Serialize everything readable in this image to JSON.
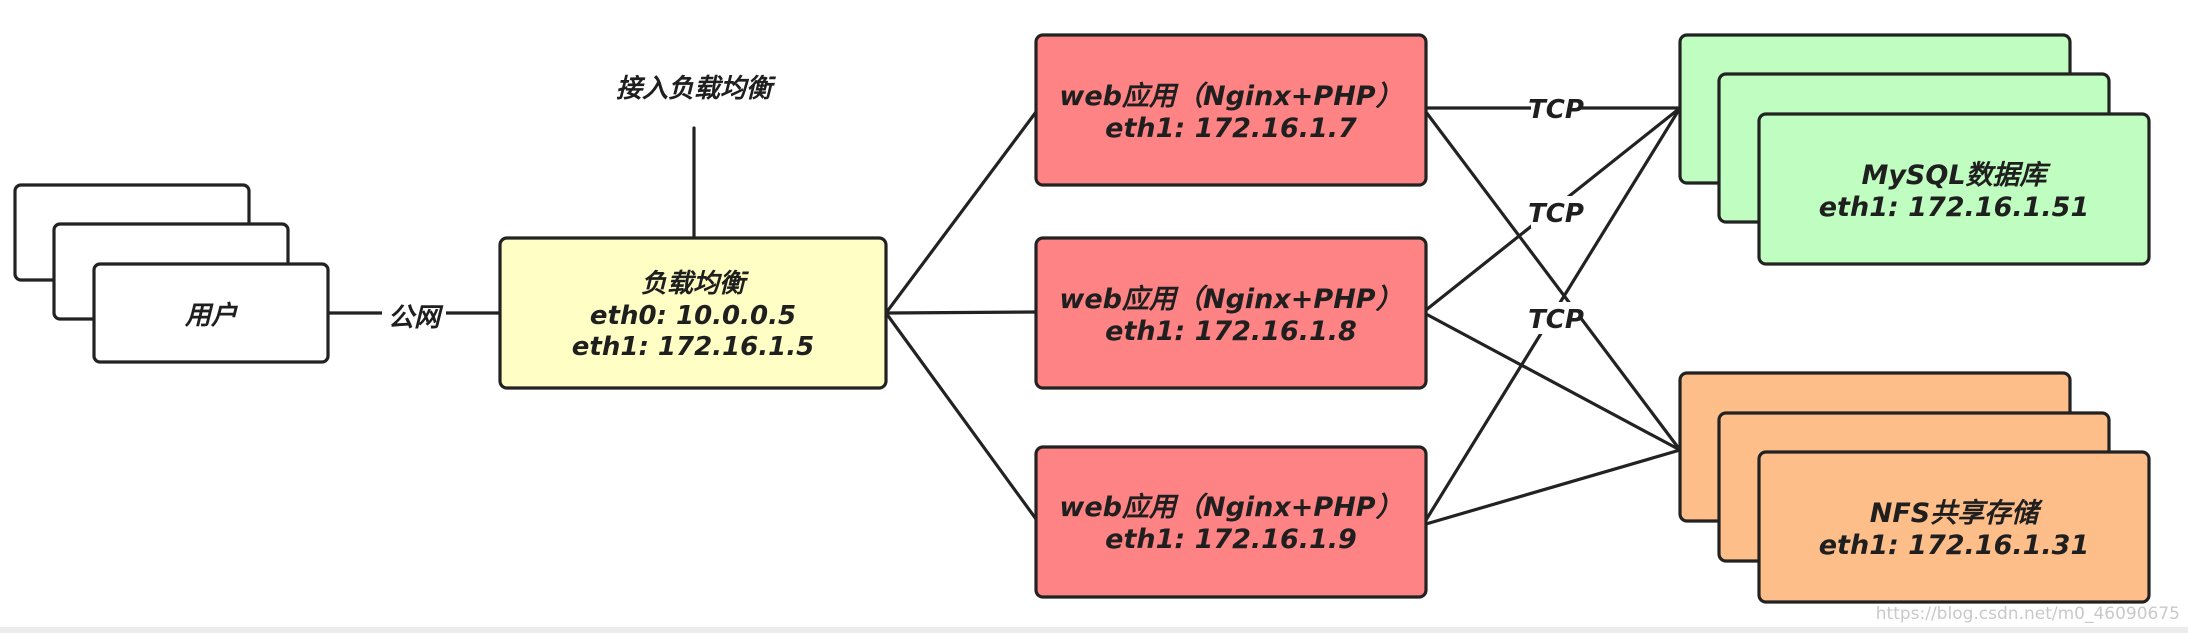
{
  "diagram": {
    "users": {
      "label": "用户"
    },
    "internet": {
      "label": "公网"
    },
    "load_balancer": {
      "title": "负载均衡",
      "eth0": "eth0: 10.0.0.5",
      "eth1": "eth1: 172.16.1.5",
      "access_label": "接入负载均衡"
    },
    "web_servers": [
      {
        "title": "web应用（Nginx+PHP）",
        "ip": "eth1: 172.16.1.7"
      },
      {
        "title": "web应用（Nginx+PHP）",
        "ip": "eth1: 172.16.1.8"
      },
      {
        "title": "web应用（Nginx+PHP）",
        "ip": "eth1: 172.16.1.9"
      }
    ],
    "tcp_labels": [
      "TCP",
      "TCP",
      "TCP"
    ],
    "mysql": {
      "title": "MySQL数据库",
      "ip": "eth1: 172.16.1.51"
    },
    "nfs": {
      "title": "NFS共享存储",
      "ip": "eth1: 172.16.1.31"
    },
    "watermark": "https://blog.csdn.net/m0_46090675",
    "colors": {
      "line": "#222222",
      "users_fill": "#ffffff",
      "lb_fill": "#fffec4",
      "web_fill": "#fe8384",
      "mysql_fill": "#c0fdc0",
      "nfs_fill": "#fdbe8a"
    }
  }
}
